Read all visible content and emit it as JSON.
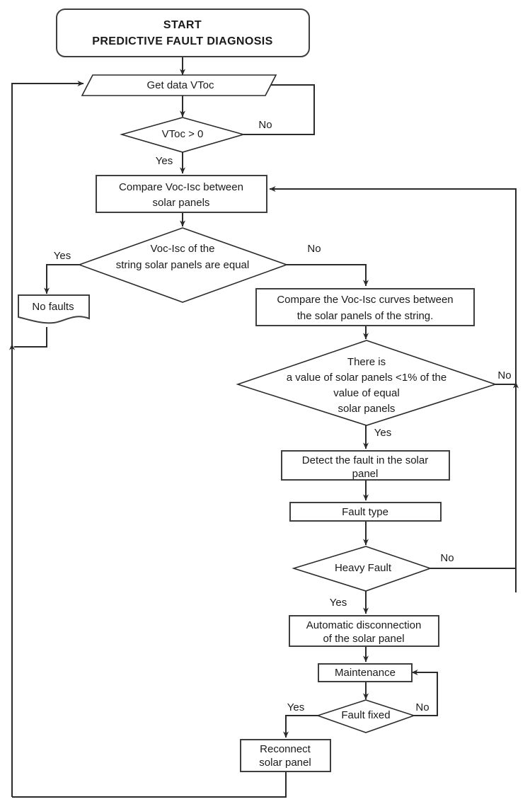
{
  "diagram": {
    "title": "Predictive Fault Diagnosis Flowchart",
    "colors": {
      "background": "#ffffff",
      "stroke": "#2b2b2b",
      "node_fill": "#ffffff",
      "text": "#1a1a1a"
    },
    "nodes": {
      "start": {
        "type": "terminator",
        "line1": "START",
        "line2": "PREDICTIVE FAULT DIAGNOSIS"
      },
      "get_data": {
        "type": "parallelogram",
        "label": "Get data VToc"
      },
      "vtoc_check": {
        "type": "decision",
        "label": "VToc > 0"
      },
      "compare_voc_isc": {
        "type": "process",
        "line1": "Compare Voc-Isc between",
        "line2": "solar panels"
      },
      "equal_check": {
        "type": "decision",
        "line1": "Voc-Isc of the",
        "line2": "string solar panels are equal"
      },
      "no_faults": {
        "type": "document",
        "label": "No faults"
      },
      "compare_curves": {
        "type": "process",
        "line1": "Compare the Voc-Isc curves between",
        "line2": "the solar panels of the string."
      },
      "value_check": {
        "type": "decision",
        "line1": "There is",
        "line2": "a value of solar panels <1% of the",
        "line3": "value of equal",
        "line4": "solar panels"
      },
      "detect_fault": {
        "type": "process",
        "line1": "Detect the fault in the solar",
        "line2": "panel"
      },
      "fault_type": {
        "type": "process",
        "label": "Fault type"
      },
      "heavy_fault": {
        "type": "decision",
        "label": "Heavy Fault"
      },
      "auto_disconnect": {
        "type": "process",
        "line1": "Automatic disconnection",
        "line2": "of the solar panel"
      },
      "maintenance": {
        "type": "process",
        "label": "Maintenance"
      },
      "fault_fixed": {
        "type": "decision",
        "label": "Fault fixed"
      },
      "reconnect": {
        "type": "process",
        "line1": "Reconnect",
        "line2": "solar panel"
      }
    },
    "edge_labels": {
      "vtoc_no": "No",
      "vtoc_yes": "Yes",
      "equal_yes": "Yes",
      "equal_no": "No",
      "value_no": "No",
      "value_yes": "Yes",
      "heavy_no": "No",
      "heavy_yes": "Yes",
      "fixed_yes": "Yes",
      "fixed_no": "No"
    }
  }
}
